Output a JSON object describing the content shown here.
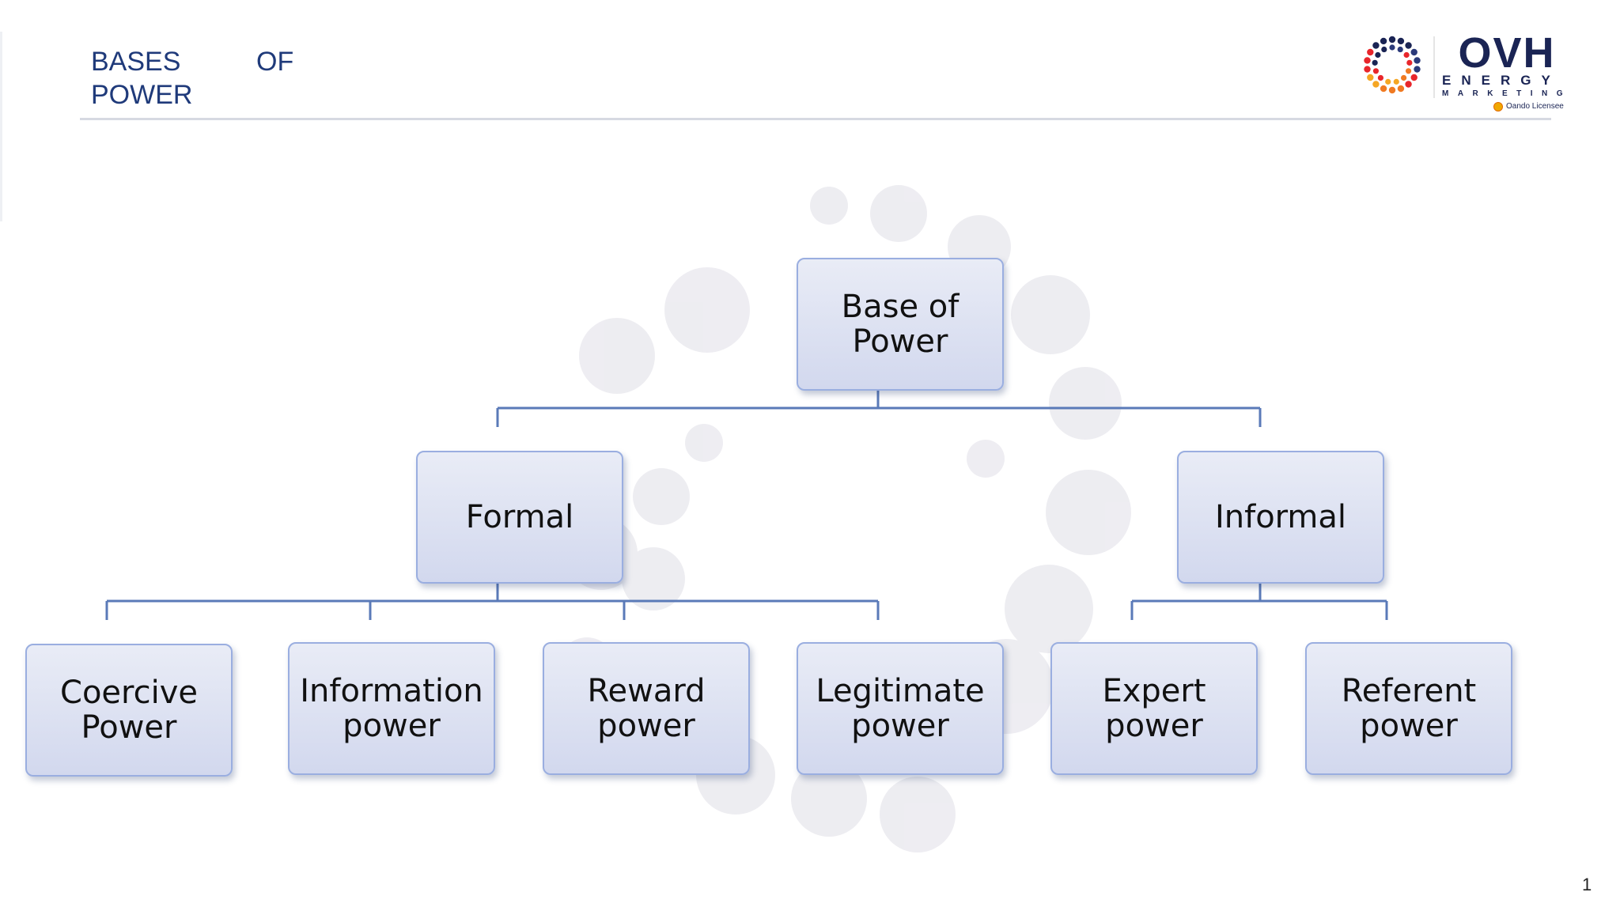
{
  "slide": {
    "title_words": [
      "BASES",
      "OF",
      "POWER"
    ],
    "page_number": "1"
  },
  "logo": {
    "wordmark": "OVH",
    "line1": "ENERGY",
    "line2": "MARKETING",
    "licensee": "Oando Licensee"
  },
  "diagram": {
    "root": "Base of\nPower",
    "groups": [
      {
        "label": "Formal",
        "children": [
          "Coercive\nPower",
          "Information\npower",
          "Reward\npower",
          "Legitimate\npower"
        ]
      },
      {
        "label": "Informal",
        "children": [
          "Expert\npower",
          "Referent\npower"
        ]
      }
    ]
  },
  "colors": {
    "title": "#1f3a7a",
    "connector": "#5a7ab8",
    "node_border": "#9aaee0",
    "watermark": "#e8e7ed"
  },
  "icons": [
    "ovh-logo-mark-icon"
  ]
}
